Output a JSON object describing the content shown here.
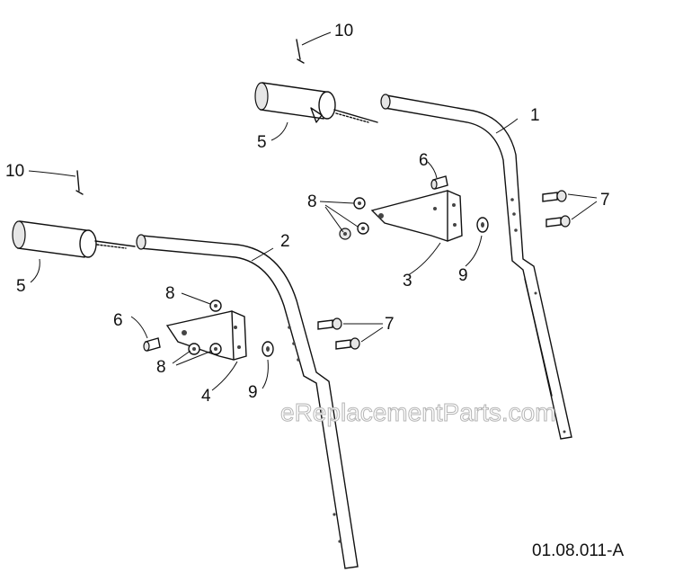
{
  "callouts": {
    "c1": "1",
    "c2": "2",
    "c3": "3",
    "c4": "4",
    "c5a": "5",
    "c5b": "5",
    "c6a": "6",
    "c6b": "6",
    "c7a": "7",
    "c7b": "7",
    "c8a": "8",
    "c8b": "8",
    "c8c": "8",
    "c9a": "9",
    "c9b": "9",
    "c10a": "10",
    "c10b": "10"
  },
  "watermark": "eReplacementParts.com",
  "figure_code": "01.08.011-A"
}
